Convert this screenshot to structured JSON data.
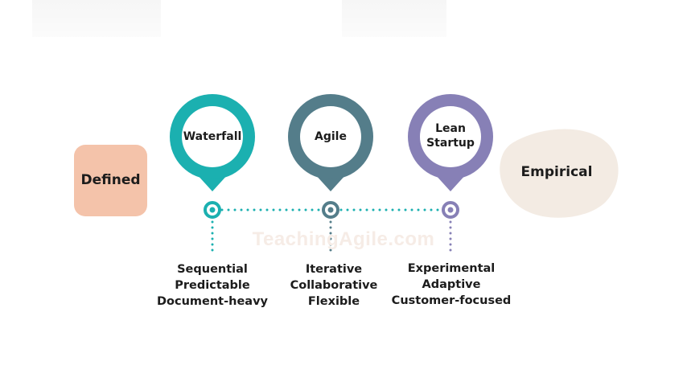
{
  "left_box": {
    "label": "Defined",
    "color": "#f4c3aa"
  },
  "right_blob": {
    "label": "Empirical",
    "color": "#f3ebe3"
  },
  "watermark": "TeachingAgile.com",
  "methods": [
    {
      "name": "Waterfall",
      "color": "#1bb0b0",
      "traits": [
        "Sequential",
        "Predictable",
        "Document-heavy"
      ]
    },
    {
      "name": "Agile",
      "color": "#547d8a",
      "traits": [
        "Iterative",
        "Collaborative",
        "Flexible"
      ]
    },
    {
      "name": "Lean Startup",
      "color": "#8780b6",
      "traits": [
        "Experimental",
        "Adaptive",
        "Customer-focused"
      ]
    }
  ]
}
